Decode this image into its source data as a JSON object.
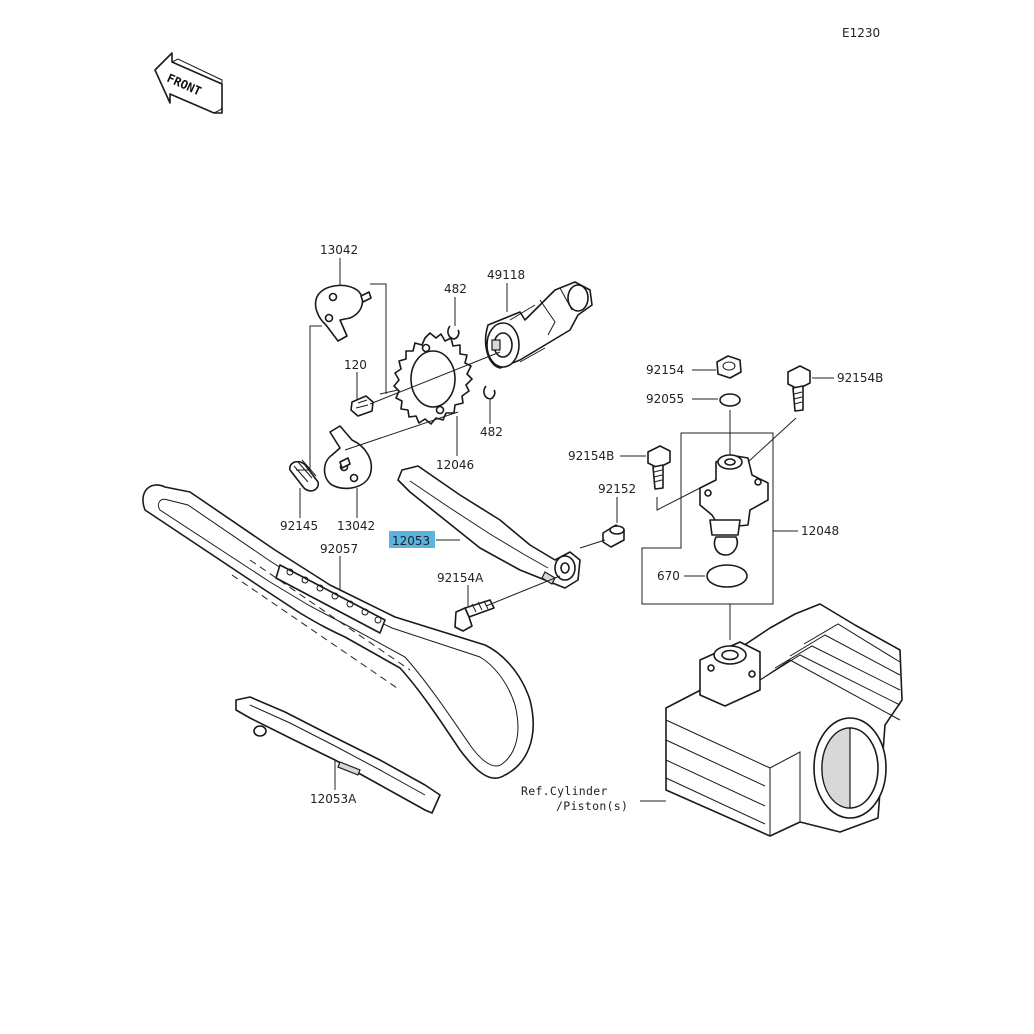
{
  "diagram_code": "E1230",
  "front_label": "FRONT",
  "highlight_color": "#5bb4e0",
  "parts": {
    "p13042_top": "13042",
    "p49118": "49118",
    "p482_top": "482",
    "p120": "120",
    "p482_bottom": "482",
    "p12046": "12046",
    "p92145": "92145",
    "p13042_bottom": "13042",
    "p92057": "92057",
    "p12053": "12053",
    "p92154A": "92154A",
    "p92152": "92152",
    "p92154_top": "92154",
    "p92154B_right": "92154B",
    "p92055": "92055",
    "p92154B_left": "92154B",
    "p12048": "12048",
    "p670": "670",
    "p12053A": "12053A"
  },
  "reference": {
    "line1": "Ref.Cylinder",
    "line2": "/Piston(s)"
  }
}
